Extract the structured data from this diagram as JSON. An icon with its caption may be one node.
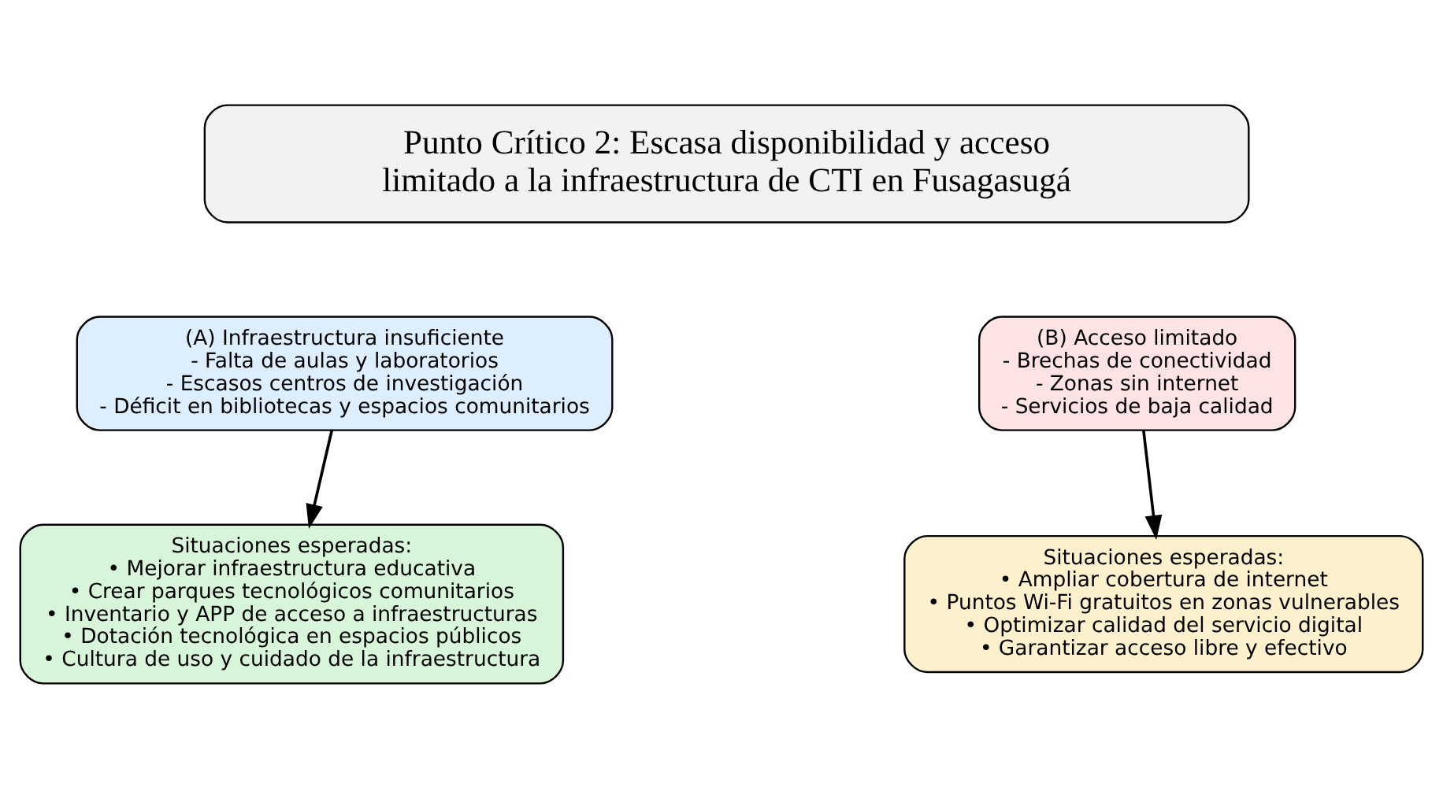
{
  "diagram": {
    "nodes": [
      {
        "text": [
          "Punto Crítico 2: Escasa disponibilidad y acceso limitado a la infraestructura de CTI en Fusagasugá"
        ]
      },
      {
        "text": [
          "(A) Infraestructura insuficiente",
          "- Falta de aulas y laboratorios",
          "- Escasos centros de investigación",
          "- Déficit en bibliotecas y espacios comunitarios"
        ]
      },
      {
        "text": [
          "(B) Acceso limitado",
          "- Brechas de conectividad",
          "- Zonas sin internet",
          "- Servicios de baja calidad"
        ]
      },
      {
        "text": [
          "Situaciones esperadas:",
          "• Mejorar infraestructura educativa",
          "• Crear parques tecnológicos comunitarios",
          "• Inventario y APP de acceso a infraestructuras",
          "• Dotación tecnológica en espacios públicos",
          "• Cultura de uso y cuidado de la infraestructura"
        ]
      },
      {
        "text": [
          "Situaciones esperadas:",
          "• Ampliar cobertura de internet",
          "• Puntos Wi-Fi gratuitos en zonas vulnerables",
          "• Optimizar calidad del servicio digital",
          "• Garantizar acceso libre y efectivo"
        ]
      }
    ],
    "edges": [
      {
        "from": 1,
        "to": 3,
        "arrow": "to"
      },
      {
        "from": 2,
        "to": 4,
        "arrow": "to"
      }
    ]
  }
}
